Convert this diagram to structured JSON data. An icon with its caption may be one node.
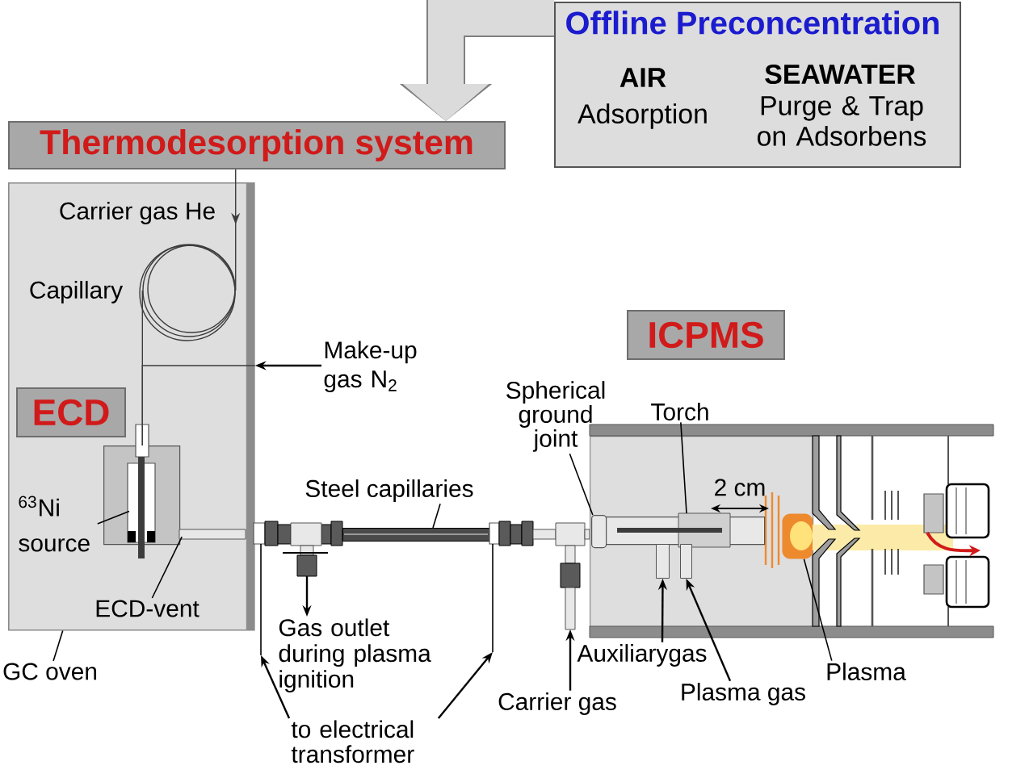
{
  "diagram": {
    "nodes": [
      {
        "text": [
          "Offline Preconcentration",
          "AIR",
          "Adsorption",
          "SEAWATER",
          "Purge & Trap on Adsorbens"
        ]
      },
      {
        "text": [
          "Thermodesorption system"
        ]
      },
      {
        "text": [],
        "shape": "box"
      },
      {
        "text": [
          "ECD"
        ],
        "in": 2
      },
      {
        "text": [],
        "shape": "circle",
        "in": 2
      },
      {
        "text": [],
        "shape": "box",
        "in": 2
      },
      {
        "text": [
          "$^{63}$Ni source"
        ],
        "in": 2
      },
      {
        "text": [
          "ECD-vent"
        ],
        "in": 2
      },
      {
        "text": [
          "GC oven"
        ]
      },
      {
        "text": [
          "Make-up gas N$_{2}$"
        ]
      },
      {
        "text": [],
        "shape": "bar"
      },
      {
        "text": [
          "Steel capillaries"
        ]
      },
      {
        "text": [
          "Gas outlet during plasma ignition"
        ]
      },
      {
        "text": [
          "to electrical transformer"
        ]
      },
      {
        "text": [
          "ICPMS"
        ]
      },
      {
        "text": [],
        "shape": "box"
      },
      {
        "text": [],
        "shape": "box",
        "in": 15
      },
      {
        "text": [],
        "shape": "box",
        "in": 15
      },
      {
        "text": [],
        "shape": "box",
        "in": 15
      },
      {
        "text": [],
        "shape": "box",
        "in": 15
      },
      {
        "text": [],
        "shape": "picture",
        "in": 15
      },
      {
        "text": [
          "Spherical ground joint"
        ]
      },
      {
        "text": [
          "Torch"
        ]
      },
      {
        "text": [
          "Carrier gas"
        ]
      },
      {
        "text": [
          "Auxiliarygas"
        ]
      },
      {
        "text": [
          "Plasma gas"
        ]
      },
      {
        "text": [
          "Plasma"
        ]
      }
    ],
    "edges": [
      {
        "from": 0,
        "to": 1,
        "arrow": "to",
        "style": "thick",
        "color": "#7f7f7f"
      },
      {
        "from": 1,
        "to": 4,
        "arrow": "to"
      },
      {
        "from": 4,
        "to": 5,
        "arrow": "none"
      },
      {
        "from": 6,
        "to": 5,
        "arrow": "none"
      },
      {
        "from": 7,
        "to": 5,
        "arrow": "none"
      },
      {
        "from": 8,
        "to": 2,
        "arrow": "none"
      },
      {
        "from": 9,
        "to": 2,
        "arrow": "to"
      },
      {
        "from": 11,
        "to": 10,
        "arrow": "none"
      },
      {
        "from": 10,
        "to": 12,
        "arrow": "to"
      },
      {
        "from": 13,
        "to": 10,
        "arrow": "to"
      },
      {
        "from": 13,
        "to": 10,
        "arrow": "to"
      },
      {
        "from": 21,
        "to": 16,
        "arrow": "none"
      },
      {
        "from": 22,
        "to": 17,
        "arrow": "none"
      },
      {
        "from": 23,
        "to": 10,
        "arrow": "to"
      },
      {
        "from": 24,
        "to": 18,
        "arrow": "to"
      },
      {
        "from": 25,
        "to": 19,
        "arrow": "to"
      },
      {
        "from": 26,
        "to": 20,
        "arrow": "none"
      },
      {
        "from": 2,
        "to": 5,
        "arrow": "none"
      }
    ],
    "labels": [
      "Carrier gas He",
      "Capillary",
      "2 cm"
    ]
  }
}
